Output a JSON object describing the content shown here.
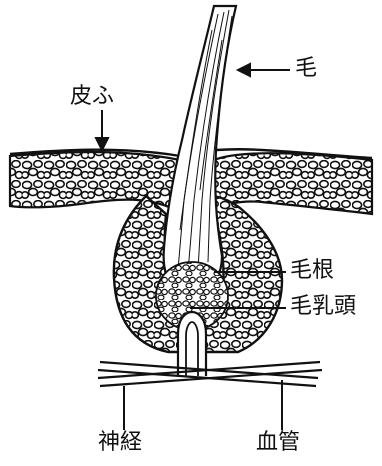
{
  "labels": {
    "hair": "毛",
    "skin": "皮ふ",
    "hair_root": "毛根",
    "dermal_papilla": "毛乳頭",
    "nerve": "神経",
    "blood_vessel": "血管"
  },
  "colors": {
    "ink": "#111111",
    "background": "#ffffff"
  }
}
